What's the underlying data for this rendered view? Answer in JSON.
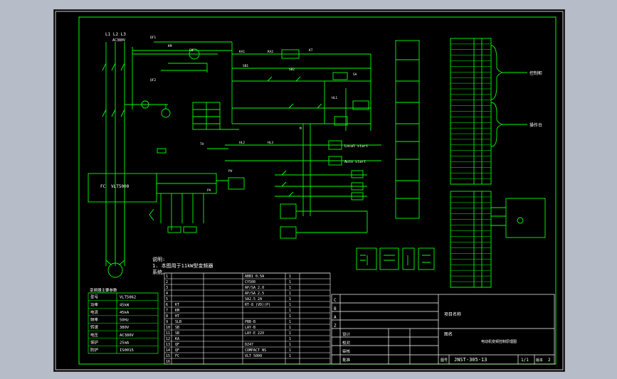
{
  "colors": {
    "background": "#000000",
    "line": "#00ff00",
    "text": "#ffffff",
    "frame": "#ffffff"
  },
  "supply": {
    "phases": "L1 L2 L3",
    "voltage": "AC380V"
  },
  "inverter": {
    "label": "FC",
    "model": "VLT5000"
  },
  "notes": {
    "heading": "说明:",
    "line1": "1.  本图用于11kW型变频器",
    "line2": "系统。"
  },
  "params_title": "变频器主要参数",
  "params": [
    {
      "name": "型号",
      "value": "VLT5062"
    },
    {
      "name": "功率",
      "value": "45kW"
    },
    {
      "name": "电流",
      "value": "45kA"
    },
    {
      "name": "频率",
      "value": "50Hz"
    },
    {
      "name": "转速",
      "value": "380V"
    },
    {
      "name": "电压",
      "value": "AC380V"
    },
    {
      "name": "保护",
      "value": "25mA"
    },
    {
      "name": "防护",
      "value": "IS0015"
    }
  ],
  "bom_rows": [
    {
      "no": "1",
      "code": "",
      "qty": "",
      "model": "",
      "spec": "ABB1 0.5A",
      "num": "1",
      "remark": ""
    },
    {
      "no": "2",
      "code": "",
      "qty": "",
      "model": "",
      "spec": "CY500",
      "num": "1",
      "remark": ""
    },
    {
      "no": "3",
      "code": "",
      "qty": "",
      "model": "",
      "spec": "AP/SA 2.0",
      "num": "1",
      "remark": ""
    },
    {
      "no": "4",
      "code": "",
      "qty": "",
      "model": "",
      "spec": "AP/SA 2.5",
      "num": "1",
      "remark": ""
    },
    {
      "no": "5",
      "code": "",
      "qty": "",
      "model": "",
      "spec": "SA2.5 2A",
      "num": "1",
      "remark": ""
    },
    {
      "no": "6",
      "code": "KT",
      "qty": "",
      "model": "",
      "spec": "RT-8 (VD)(P)",
      "num": "1",
      "remark": ""
    },
    {
      "no": "7",
      "code": "KM",
      "qty": "",
      "model": "",
      "spec": "",
      "num": "1",
      "remark": ""
    },
    {
      "no": "8",
      "code": "HT",
      "qty": "",
      "model": "",
      "spec": "",
      "num": "1",
      "remark": ""
    },
    {
      "no": "9",
      "code": "SLB",
      "qty": "",
      "model": "",
      "spec": "PBB-B",
      "num": "1",
      "remark": ""
    },
    {
      "no": "10",
      "code": "SB",
      "qty": "",
      "model": "",
      "spec": "LAY-B",
      "num": "1",
      "remark": ""
    },
    {
      "no": "11",
      "code": "SB",
      "qty": "",
      "model": "",
      "spec": "LAY-E 22V",
      "num": "1",
      "remark": ""
    },
    {
      "no": "12",
      "code": "KA",
      "qty": "",
      "model": "",
      "spec": "",
      "num": "1",
      "remark": ""
    },
    {
      "no": "13",
      "code": "QF",
      "qty": "",
      "model": "",
      "spec": "DZ47",
      "num": "1",
      "remark": ""
    },
    {
      "no": "14",
      "code": "QF",
      "qty": "",
      "model": "",
      "spec": "COMPACT NS",
      "num": "1",
      "remark": ""
    },
    {
      "no": "15",
      "code": "FC",
      "qty": "",
      "model": "",
      "spec": "VLT 5000",
      "num": "1",
      "remark": ""
    },
    {
      "no": "16",
      "code": "",
      "qty": "",
      "model": "",
      "spec": "",
      "num": "",
      "remark": ""
    }
  ],
  "title_block": {
    "rev_letters": [
      "C",
      "B",
      "A",
      "Z"
    ],
    "project_label": "项目名称",
    "drawing_label": "图名",
    "drawing_name": "电动机变频控制原理图",
    "dwg_no_label": "图号",
    "dwg_no": "JNST-305-13",
    "sheet": "1/1",
    "version_label": "版本",
    "version": "2",
    "row_labels": [
      "设计",
      "校对",
      "审核",
      "批准"
    ]
  },
  "terminal_groups": [
    {
      "label": "控制柜"
    },
    {
      "label": "操作台"
    }
  ],
  "mid_labels": [
    "Local start",
    "Auto start"
  ],
  "tag_labels": [
    "QF1",
    "QF2",
    "KM",
    "KA1",
    "KA2",
    "KT",
    "SB1",
    "SB2",
    "SA",
    "HL1",
    "HL2",
    "HL3",
    "M",
    "FU",
    "TA",
    "PA",
    "PV"
  ]
}
